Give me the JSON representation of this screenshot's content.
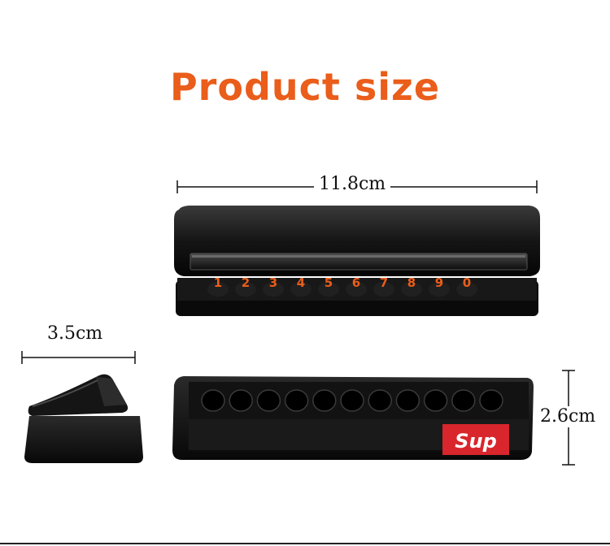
{
  "title": "Product size",
  "accent_color": "#ea5d1a",
  "dimensions": {
    "width": "11.8cm",
    "depth": "3.5cm",
    "height": "2.6cm"
  },
  "digits": [
    "1",
    "2",
    "3",
    "4",
    "5",
    "6",
    "7",
    "8",
    "9",
    "0"
  ],
  "brand_logo": "Sup",
  "brand_color": "#d8262c"
}
